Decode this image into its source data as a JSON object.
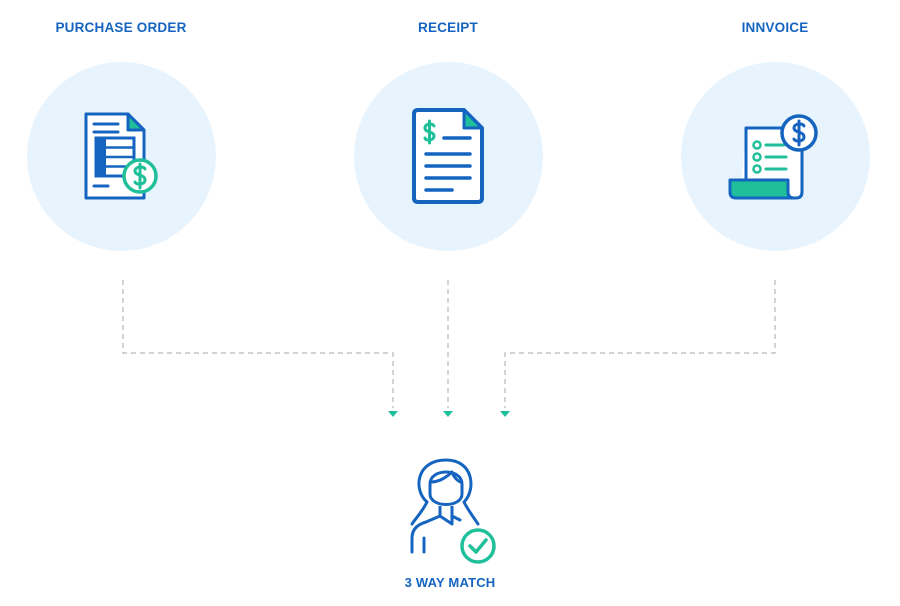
{
  "sources": [
    {
      "label": "PURCHASE ORDER",
      "icon": "purchase-order-icon"
    },
    {
      "label": "RECEIPT",
      "icon": "receipt-icon"
    },
    {
      "label": "INNVOICE",
      "icon": "invoice-icon"
    }
  ],
  "result": {
    "label": "3 WAY MATCH",
    "icon": "user-check-icon"
  },
  "colors": {
    "primary": "#1565c0",
    "accent": "#1fbf9a",
    "circle_bg": "#e8f4fd",
    "connector": "#b8b8b8"
  }
}
